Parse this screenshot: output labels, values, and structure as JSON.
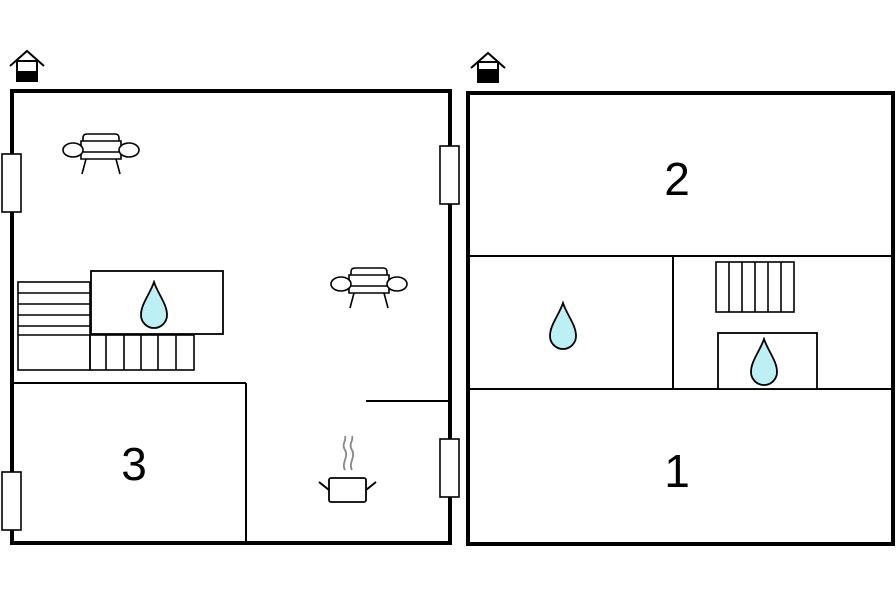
{
  "colors": {
    "wall": "#000000",
    "water_fill": "#bdf0f5",
    "steam": "#888888",
    "background": "#ffffff"
  },
  "floors": [
    {
      "level_icon": "house-ground-floor-icon",
      "rooms": [
        {
          "label": "3"
        }
      ],
      "icons": [
        "sofa-icon",
        "sofa-icon",
        "water-drop-icon",
        "cooking-pot-icon",
        "staircase-icon"
      ]
    },
    {
      "level_icon": "house-upper-floor-icon",
      "rooms": [
        {
          "label": "2"
        },
        {
          "label": "1"
        }
      ],
      "icons": [
        "water-drop-icon",
        "water-drop-icon",
        "staircase-icon"
      ]
    }
  ]
}
